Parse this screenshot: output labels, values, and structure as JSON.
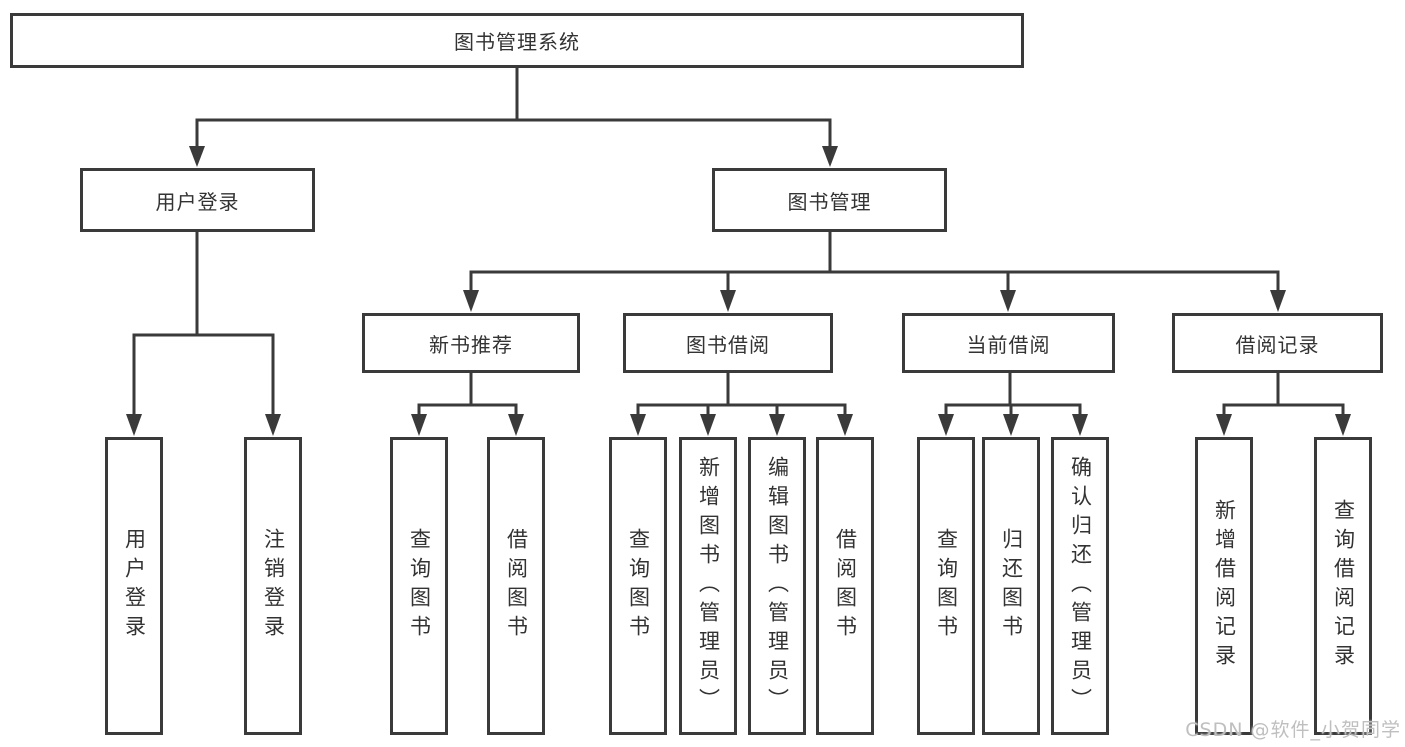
{
  "colors": {
    "line": "#3a3a3a",
    "text": "#333333",
    "watermark": "#bfbfbf",
    "background": "#ffffff"
  },
  "tree": {
    "root": {
      "label": "图书管理系统"
    },
    "children": [
      {
        "label": "用户登录",
        "children": [
          {
            "label": "用户登录"
          },
          {
            "label": "注销登录"
          }
        ]
      },
      {
        "label": "图书管理",
        "children": [
          {
            "label": "新书推荐",
            "children": [
              {
                "label": "查询图书"
              },
              {
                "label": "借阅图书"
              }
            ]
          },
          {
            "label": "图书借阅",
            "children": [
              {
                "label": "查询图书"
              },
              {
                "label": "新增图书（管理员）"
              },
              {
                "label": "编辑图书（管理员）"
              },
              {
                "label": "借阅图书"
              }
            ]
          },
          {
            "label": "当前借阅",
            "children": [
              {
                "label": "查询图书"
              },
              {
                "label": "归还图书"
              },
              {
                "label": "确认归还（管理员）"
              }
            ]
          },
          {
            "label": "借阅记录",
            "children": [
              {
                "label": "新增借阅记录"
              },
              {
                "label": "查询借阅记录"
              }
            ]
          }
        ]
      }
    ]
  },
  "watermark": {
    "text": "CSDN @软件_小贺同学"
  }
}
